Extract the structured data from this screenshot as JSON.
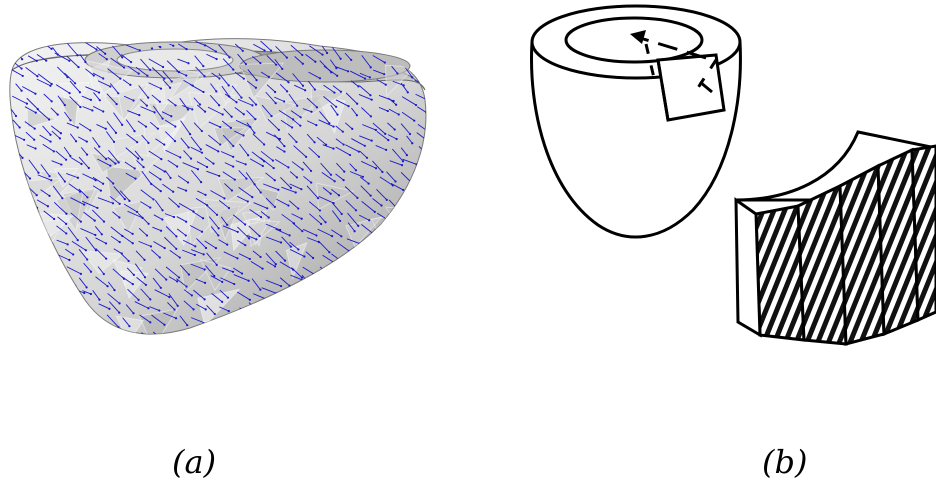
{
  "figure": {
    "panels": [
      {
        "label": "(a)",
        "content": "heart-mesh-with-fiber-vectors"
      },
      {
        "label": "(b)",
        "content": "ventricle-and-fiber-slab-schematic"
      }
    ],
    "colors": {
      "vector_arrows": "#1a1acc",
      "mesh_light": "#e8e8e8",
      "mesh_dark": "#8a8a8a",
      "line": "#000000"
    }
  }
}
